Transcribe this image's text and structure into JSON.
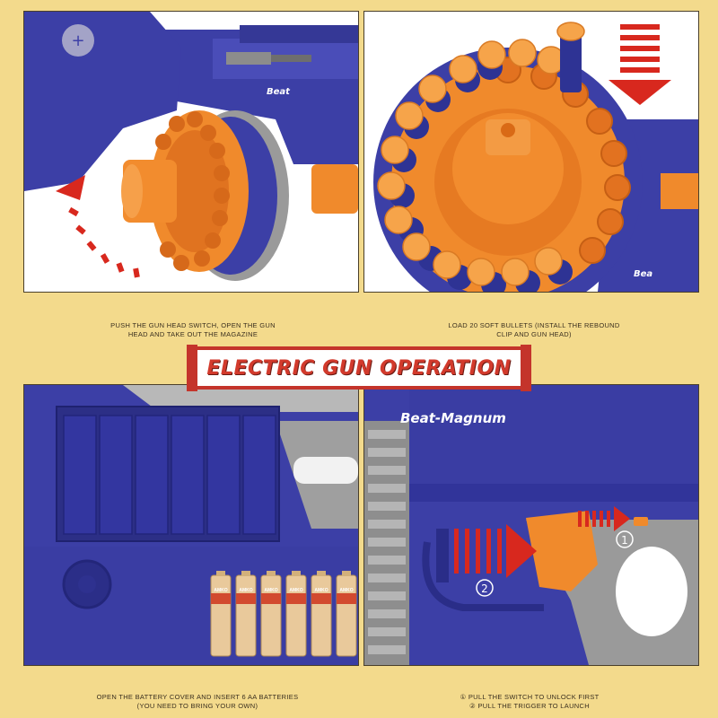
{
  "title": "ELECTRIC GUN OPERATION",
  "brand": "Beat-Magnum",
  "brand_short": "Beat",
  "brand_short_small": "Bea",
  "battery_label": "AMKO",
  "battery_count": 6,
  "steps": [
    {
      "caption_line1": "PUSH THE GUN HEAD SWITCH, OPEN THE GUN",
      "caption_line2": "HEAD AND TAKE OUT THE MAGAZINE"
    },
    {
      "caption_line1": "LOAD 20 SOFT BULLETS (INSTALL THE REBOUND",
      "caption_line2": "CLIP AND GUN HEAD)"
    },
    {
      "caption_line1": "OPEN THE BATTERY COVER AND INSERT 6 AA BATTERIES",
      "caption_line2": "(YOU NEED TO BRING YOUR OWN)"
    },
    {
      "caption_line1": "① PULL THE SWITCH TO UNLOCK FIRST",
      "caption_line2": "② PULL THE TRIGGER TO LAUNCH",
      "marker1": "①",
      "marker2": "②"
    }
  ],
  "colors": {
    "background": "#f3da8c",
    "gun_blue": "#3c3fa6",
    "gun_orange": "#f08a2c",
    "arrow_red": "#d8281e",
    "banner_red": "#c4342b"
  }
}
